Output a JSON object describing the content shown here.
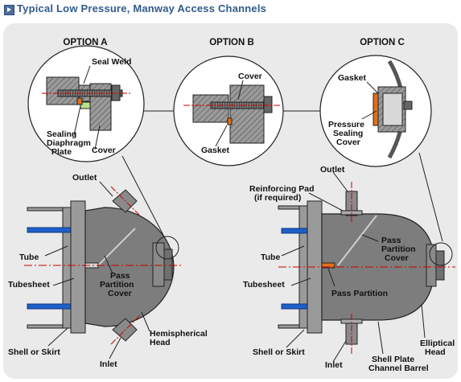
{
  "header": {
    "title": "Typical Low Pressure, Manway Access Channels"
  },
  "options": {
    "a": "OPTION A",
    "b": "OPTION B",
    "c": "OPTION C"
  },
  "detail_a": {
    "seal_weld": "Seal Weld",
    "sealing": "Sealing",
    "diaphragm": "Diaphragm",
    "plate": "Plate",
    "cover": "Cover"
  },
  "detail_b": {
    "cover": "Cover",
    "gasket": "Gasket"
  },
  "detail_c": {
    "gasket": "Gasket",
    "pressure": "Pressure",
    "sealing": "Sealing",
    "cover": "Cover"
  },
  "left_assembly": {
    "outlet": "Outlet",
    "tube": "Tube",
    "tubesheet": "Tubesheet",
    "pass": "Pass",
    "partition": "Partition",
    "cover": "Cover",
    "shell_or_skirt": "Shell or Skirt",
    "inlet": "Inlet",
    "hemispherical": "Hemispherical",
    "head": "Head"
  },
  "right_assembly": {
    "reinforcing_pad": "Reinforcing Pad",
    "if_required": "(if required)",
    "outlet": "Outlet",
    "tube": "Tube",
    "tubesheet": "Tubesheet",
    "pass": "Pass",
    "partition": "Partition",
    "cover": "Cover",
    "pass_partition": "Pass Partition",
    "shell_or_skirt": "Shell or Skirt",
    "inlet": "Inlet",
    "shell_plate": "Shell Plate",
    "channel_barrel": "Channel Barrel",
    "elliptical": "Elliptical",
    "head": "Head"
  },
  "colors": {
    "header_text": "#2f5b8c",
    "panel_bg": "#eaeaea",
    "tube_blue": "#1f5fc8",
    "metal_gray": "#7d7d7d",
    "centerline_red": "#cc0000"
  }
}
